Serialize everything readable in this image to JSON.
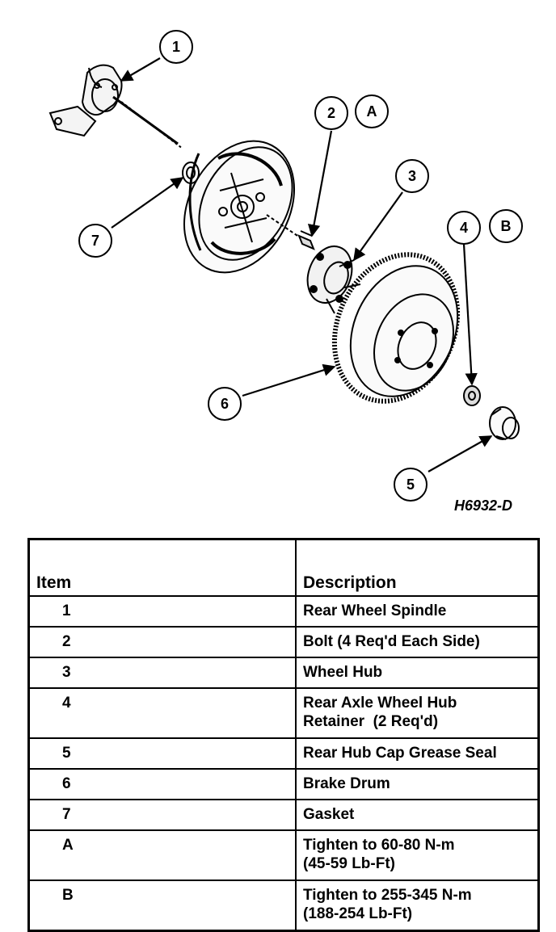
{
  "figure": {
    "callouts": [
      {
        "id": "c1",
        "label": "1"
      },
      {
        "id": "c2",
        "label": "2"
      },
      {
        "id": "cA",
        "label": "A"
      },
      {
        "id": "c3",
        "label": "3"
      },
      {
        "id": "c4",
        "label": "4"
      },
      {
        "id": "cB",
        "label": "B"
      },
      {
        "id": "c5",
        "label": "5"
      },
      {
        "id": "c6",
        "label": "6"
      },
      {
        "id": "c7",
        "label": "7"
      }
    ],
    "figure_id": "H6932-D"
  },
  "table": {
    "headers": {
      "item": "Item",
      "description": "Description"
    },
    "rows": [
      {
        "item": "1",
        "description": [
          "Rear Wheel Spindle"
        ]
      },
      {
        "item": "2",
        "description": [
          "Bolt (4 Req'd Each Side)"
        ]
      },
      {
        "item": "3",
        "description": [
          "Wheel Hub"
        ]
      },
      {
        "item": "4",
        "description": [
          "Rear Axle Wheel Hub",
          "Retainer  (2 Req'd)"
        ]
      },
      {
        "item": "5",
        "description": [
          "Rear Hub Cap Grease Seal"
        ]
      },
      {
        "item": "6",
        "description": [
          "Brake Drum"
        ]
      },
      {
        "item": "7",
        "description": [
          "Gasket"
        ]
      },
      {
        "item": "A",
        "description": [
          "Tighten to 60-80 N-m",
          "(45-59 Lb-Ft)"
        ]
      },
      {
        "item": "B",
        "description": [
          "Tighten to 255-345 N-m",
          "(188-254 Lb-Ft)"
        ]
      }
    ]
  }
}
